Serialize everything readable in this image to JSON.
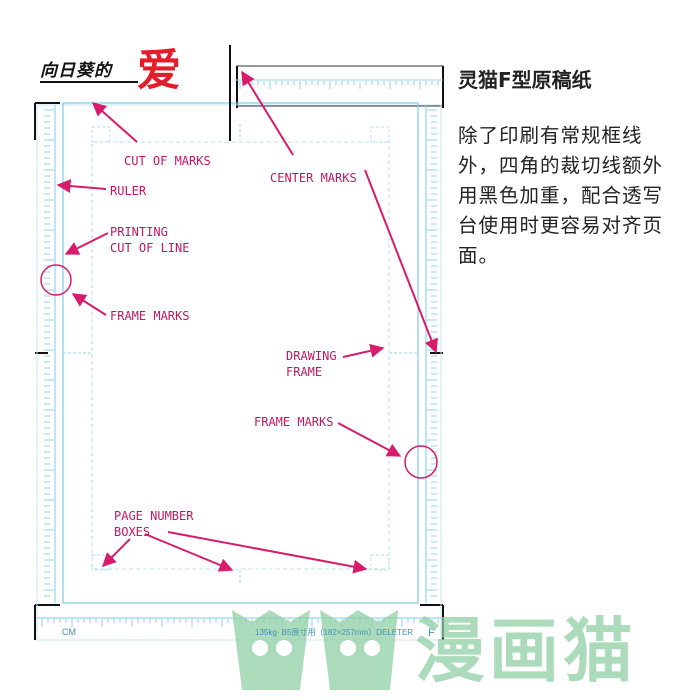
{
  "brand": {
    "small": "向日葵的",
    "big": "爱"
  },
  "title": "灵猫F型原稿纸",
  "description": "除了印刷有常规框线外，四角的裁切线额外用黑色加重，配合透写台使用时更容易对齐页面。",
  "labels": {
    "cut_of_marks": "CUT OF MARKS",
    "center_marks": "CENTER MARKS",
    "ruler": "RULER",
    "printing_cut_of_line": "PRINTING\nCUT OF LINE",
    "frame_marks_left": "FRAME MARKS",
    "drawing_frame": "DRAWING\nFRAME",
    "frame_marks_right": "FRAME MARKS",
    "page_number_boxes": "PAGE NUMBER\nBOXES"
  },
  "paper_footer": {
    "spec": "135kg· B5原寸用（182×257mm）DELETER",
    "f_letter": "F",
    "cm": "CM"
  },
  "watermark": {
    "text": "漫画猫"
  },
  "colors": {
    "label": "#c3175f",
    "arrow": "#d81b6b",
    "paper_line": "#7ecbe6",
    "watermark": "#8fd0a5",
    "brand_red": "#e41d2a"
  }
}
